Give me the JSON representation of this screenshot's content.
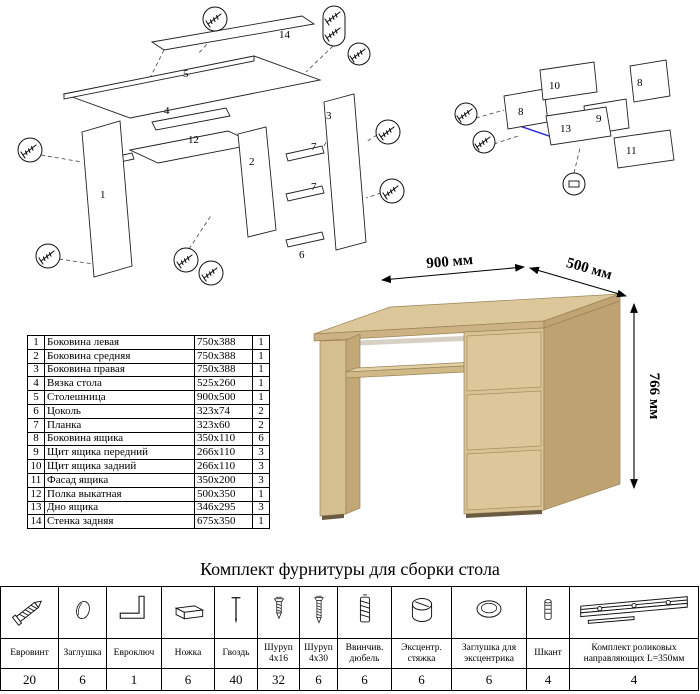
{
  "parts_table": {
    "rows": [
      {
        "n": "1",
        "name": "Боковина левая",
        "size": "750х388",
        "qty": "1"
      },
      {
        "n": "2",
        "name": "Боковина средняя",
        "size": "750х388",
        "qty": "1"
      },
      {
        "n": "3",
        "name": "Боковина правая",
        "size": "750х388",
        "qty": "1"
      },
      {
        "n": "4",
        "name": "Вязка стола",
        "size": "525х260",
        "qty": "1"
      },
      {
        "n": "5",
        "name": "Столешница",
        "size": "900х500",
        "qty": "1"
      },
      {
        "n": "6",
        "name": "Цоколь",
        "size": "323х74",
        "qty": "2"
      },
      {
        "n": "7",
        "name": "Планка",
        "size": "323х60",
        "qty": "2"
      },
      {
        "n": "8",
        "name": "Боковина ящика",
        "size": "350х110",
        "qty": "6"
      },
      {
        "n": "9",
        "name": "Щит ящика передний",
        "size": "266х110",
        "qty": "3"
      },
      {
        "n": "10",
        "name": "Щит ящика задний",
        "size": "266х110",
        "qty": "3"
      },
      {
        "n": "11",
        "name": "Фасад ящика",
        "size": "350х200",
        "qty": "3"
      },
      {
        "n": "12",
        "name": "Полка выкатная",
        "size": "500х350",
        "qty": "1"
      },
      {
        "n": "13",
        "name": "Дно ящика",
        "size": "346х295",
        "qty": "3"
      },
      {
        "n": "14",
        "name": "Стенка задняя",
        "size": "675х350",
        "qty": "1"
      }
    ]
  },
  "desk": {
    "width_label": "900 мм",
    "depth_label": "500 мм",
    "height_label": "766 мм"
  },
  "diagram_desk": {
    "labels": {
      "l1": "1",
      "l2": "2",
      "l3": "3",
      "l4": "4",
      "l5": "5",
      "l6": "6",
      "l7a": "7",
      "l7b": "7",
      "l12": "12",
      "l14": "14"
    }
  },
  "diagram_drawer": {
    "labels": {
      "l8a": "8",
      "l8b": "8",
      "l9": "9",
      "l10": "10",
      "l11": "11",
      "l13": "13"
    }
  },
  "hardware": {
    "title": "Комплект фурнитуры для сборки стола",
    "items": [
      {
        "name": "Евровинт",
        "qty": "20",
        "icon": "euro-screw-icon"
      },
      {
        "name": "Заглушка",
        "qty": "6",
        "icon": "cap-icon"
      },
      {
        "name": "Евроключ",
        "qty": "1",
        "icon": "hex-key-icon"
      },
      {
        "name": "Ножка",
        "qty": "6",
        "icon": "foot-icon"
      },
      {
        "name": "Гвоздь",
        "qty": "40",
        "icon": "nail-icon"
      },
      {
        "name": "Шуруп 4х16",
        "qty": "32",
        "icon": "screw-short-icon"
      },
      {
        "name": "Шуруп 4х30",
        "qty": "6",
        "icon": "screw-long-icon"
      },
      {
        "name": "Ввинчив. дюбель",
        "qty": "6",
        "icon": "threaded-dowel-icon"
      },
      {
        "name": "Эксцентр. стяжка",
        "qty": "6",
        "icon": "eccentric-cam-icon"
      },
      {
        "name": "Заглушка для эксцентрика",
        "qty": "6",
        "icon": "cam-cap-icon"
      },
      {
        "name": "Шкант",
        "qty": "4",
        "icon": "wood-dowel-icon"
      },
      {
        "name": "Комплект роликовых направляющих L=350мм",
        "qty": "4",
        "icon": "drawer-slide-icon"
      }
    ]
  }
}
